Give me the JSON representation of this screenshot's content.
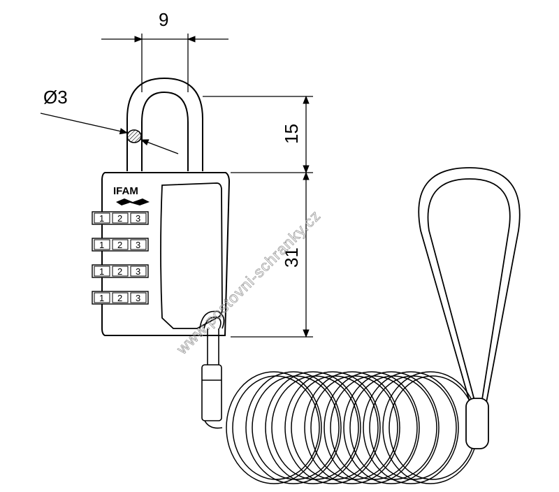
{
  "dimensions": {
    "shackle_width": "9",
    "shackle_diameter": "Ø3",
    "shackle_height": "15",
    "body_height": "31"
  },
  "brand": "IFAM",
  "dial_digits": [
    "1",
    "2",
    "3"
  ],
  "watermark": "www.postovni-schranky.cz"
}
